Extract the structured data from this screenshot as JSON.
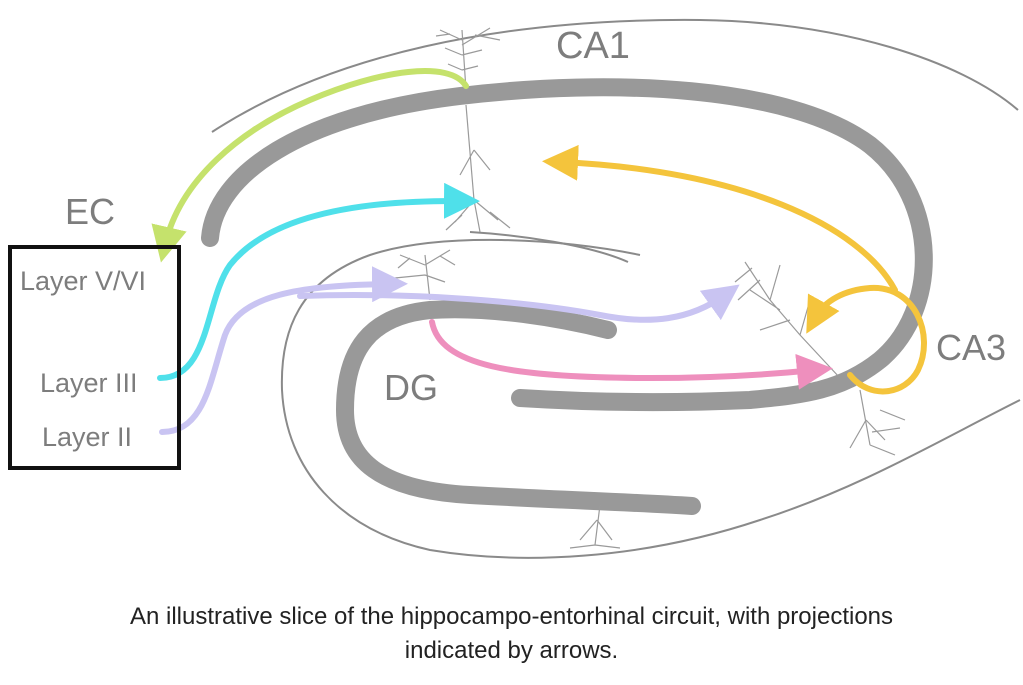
{
  "diagram": {
    "regions": {
      "ca1": "CA1",
      "ca3": "CA3",
      "dg": "DG",
      "ec": "EC"
    },
    "ec_layers": {
      "layer_5_6": "Layer V/VI",
      "layer_3": "Layer III",
      "layer_2": "Layer II"
    },
    "projection_colors": {
      "layer_5_6_to_ec_return": "#c5e26c",
      "layer_3_to_ca1": "#4fe0ea",
      "layer_2_to_dg_ca3": "#c9c4f2",
      "dg_to_ca3": "#ee8fbd",
      "ca3_to_ca1": "#f4c43c"
    },
    "layer_color": "#999999",
    "outline_color": "#888888"
  },
  "caption": {
    "line1": "An illustrative slice of the hippocampo-entorhinal circuit, with projections",
    "line2": "indicated by arrows."
  }
}
